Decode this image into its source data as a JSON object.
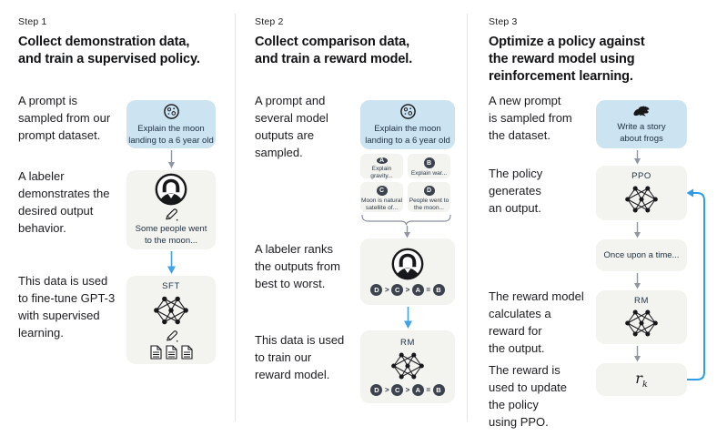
{
  "palette": {
    "background": "#ffffff",
    "box_gray": "#f3f3f0",
    "box_blue": "#cce3f2",
    "accent_blue_arrow": "#41a3e6",
    "feedback_blue": "#2d9de8",
    "arrow_gray": "#9096a0",
    "badge_dark": "#3d434e",
    "text_dark": "#1b1c1f",
    "divider": "#e4e4e4"
  },
  "columns": [
    {
      "step_label": "Step 1",
      "heading": "Collect demonstration data,\nand train a supervised policy.",
      "paragraphs": {
        "p1": "A prompt is\nsampled from our\nprompt dataset.",
        "p2": "A labeler\ndemonstrates the\ndesired output\nbehavior.",
        "p3": "This data is used\nto fine-tune GPT-3\nwith supervised\nlearning."
      },
      "prompt_box": {
        "icon": "moon-icon",
        "text": "Explain the moon\nlanding to a 6 year old"
      },
      "labeler_box": {
        "icon": "labeler-icon",
        "pencil": "pencil-icon",
        "caption": "Some people went\nto the moon..."
      },
      "model_box": {
        "label": "SFT",
        "icon": "neural-network-icon",
        "pencil": "pencil-icon",
        "docs": "documents-icon"
      }
    },
    {
      "step_label": "Step 2",
      "heading": "Collect comparison data,\nand train a reward model.",
      "paragraphs": {
        "p1": "A prompt and\nseveral model\noutputs are\nsampled.",
        "p2": "A labeler ranks\nthe outputs from\nbest to worst.",
        "p3": "This data is used\nto train our\nreward model."
      },
      "prompt_box": {
        "icon": "moon-icon",
        "text": "Explain the moon\nlanding to a 6 year old"
      },
      "outputs": [
        {
          "letter": "A",
          "text": "Explain gravity..."
        },
        {
          "letter": "B",
          "text": "Explain war..."
        },
        {
          "letter": "C",
          "text": "Moon is natural\nsatellite of..."
        },
        {
          "letter": "D",
          "text": "People went to\nthe moon..."
        }
      ],
      "ranking": {
        "badges": [
          "D",
          "C",
          "A",
          "B"
        ],
        "separators": [
          ">",
          ">",
          "="
        ]
      },
      "labeler_box": {
        "icon": "labeler-icon"
      },
      "model_box": {
        "label": "RM",
        "icon": "neural-network-icon"
      }
    },
    {
      "step_label": "Step 3",
      "heading": "Optimize a policy against\nthe reward model using\nreinforcement learning.",
      "paragraphs": {
        "p1": "A new prompt\nis sampled from\nthe dataset.",
        "p2": "The policy\ngenerates\nan output.",
        "p3": "The reward model\ncalculates a\nreward for\nthe output.",
        "p4": "The reward is\nused to update\nthe policy\nusing PPO."
      },
      "prompt_box": {
        "icon": "frog-icon",
        "text": "Write a story\nabout frogs"
      },
      "policy_box": {
        "label": "PPO",
        "icon": "neural-network-icon"
      },
      "output_box": {
        "text": "Once upon a time..."
      },
      "model_box": {
        "label": "RM",
        "icon": "neural-network-icon"
      },
      "reward_box": {
        "symbol": "r",
        "subscript": "k"
      }
    }
  ]
}
